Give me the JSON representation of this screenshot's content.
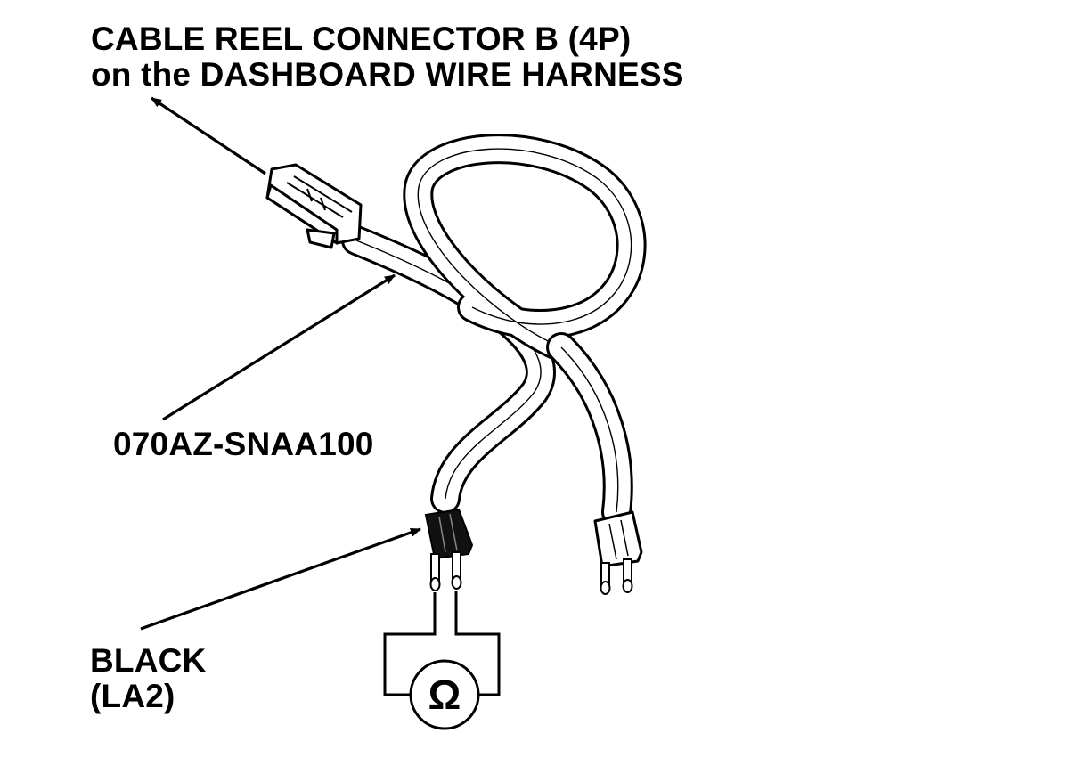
{
  "labels": {
    "connector_line1": "CABLE REEL CONNECTOR B (4P)",
    "connector_line2": "on the DASHBOARD WIRE HARNESS",
    "part_number": "070AZ-SNAA100",
    "black_line1": "BLACK",
    "black_line2": "(LA2)"
  },
  "meter_symbol": "Ω",
  "colors": {
    "ink": "#000000",
    "background": "#ffffff",
    "black_plug": "#111111"
  }
}
